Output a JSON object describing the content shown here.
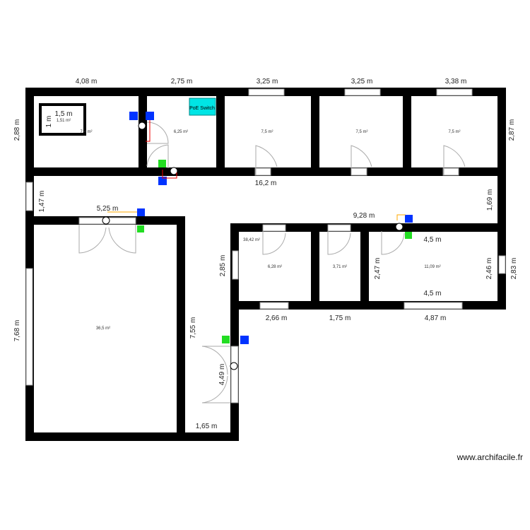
{
  "dims": {
    "top": [
      "4,08 m",
      "2,75 m",
      "3,25 m",
      "3,25 m",
      "3,38 m"
    ],
    "left_top": "2,88 m",
    "right_top": "2,87 m",
    "corridor": "16,2 m",
    "corr_h": "1,47 m",
    "corr_h2": "1,69 m",
    "wing_w": "5,25 m",
    "wing_h": "7,68 m",
    "wing_inner_h": "7,55 m",
    "block_w": "9,28 m",
    "block_h": "2,85 m",
    "r_inner_w_top": "4,5 m",
    "r_inner_w_bot": "4,5 m",
    "r_inner_h": "2,47 m",
    "r_inner_h2": "2,46 m",
    "r_outer_h": "2,83 m",
    "bottom": [
      "2,66 m",
      "1,75 m",
      "4,87 m"
    ],
    "stair_h": "4,49 m",
    "bottom_link": "1,65 m",
    "closet_w": "1,5 m",
    "closet_h": "1 m"
  },
  "areas": {
    "closet": "1,51 m²",
    "room1": "7,4 m²",
    "room2": "6,25 m²",
    "room3": "7,5 m²",
    "room4": "7,5 m²",
    "room5": "7,5 m²",
    "corridor": "38,42 m²",
    "r6": "6,28 m²",
    "r7": "3,71 m²",
    "r8": "11,09 m²",
    "wing": "36,5 m²"
  },
  "labels": {
    "poe_switch": "PoE Switch"
  },
  "colors": {
    "wall": "#000000",
    "poe": "#00e5e5",
    "blue": "#0033ff",
    "green": "#22dd22",
    "magenta": "#ff00cc"
  },
  "watermark": "www.archifacile.fr"
}
